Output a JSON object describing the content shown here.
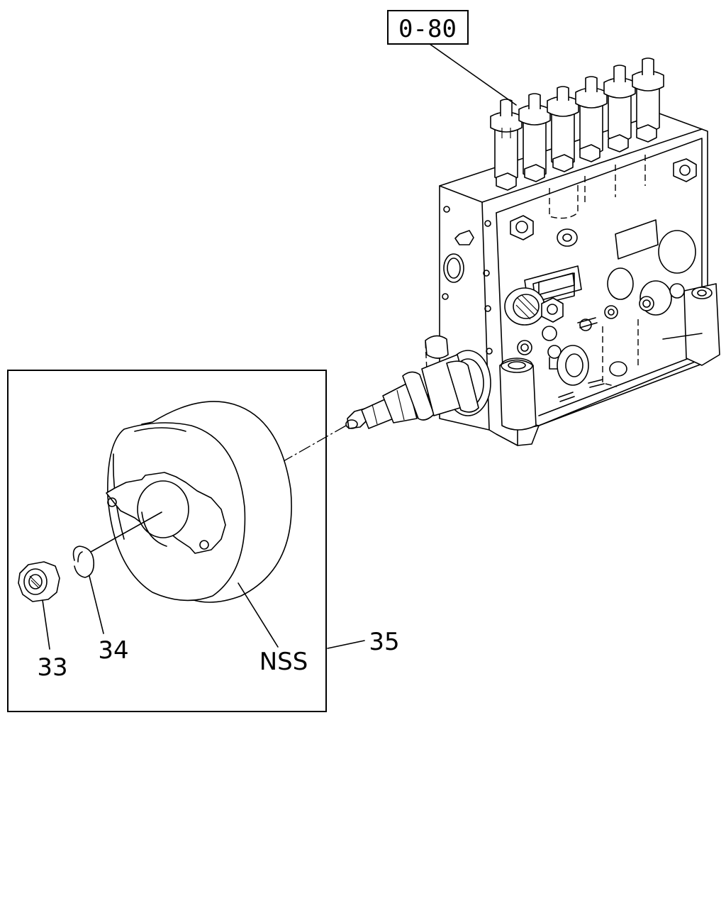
{
  "diagram": {
    "reference_box": "0-80",
    "callouts": {
      "nut": "33",
      "washer": "34",
      "assembly": "35",
      "not_serviced": "NSS"
    }
  }
}
